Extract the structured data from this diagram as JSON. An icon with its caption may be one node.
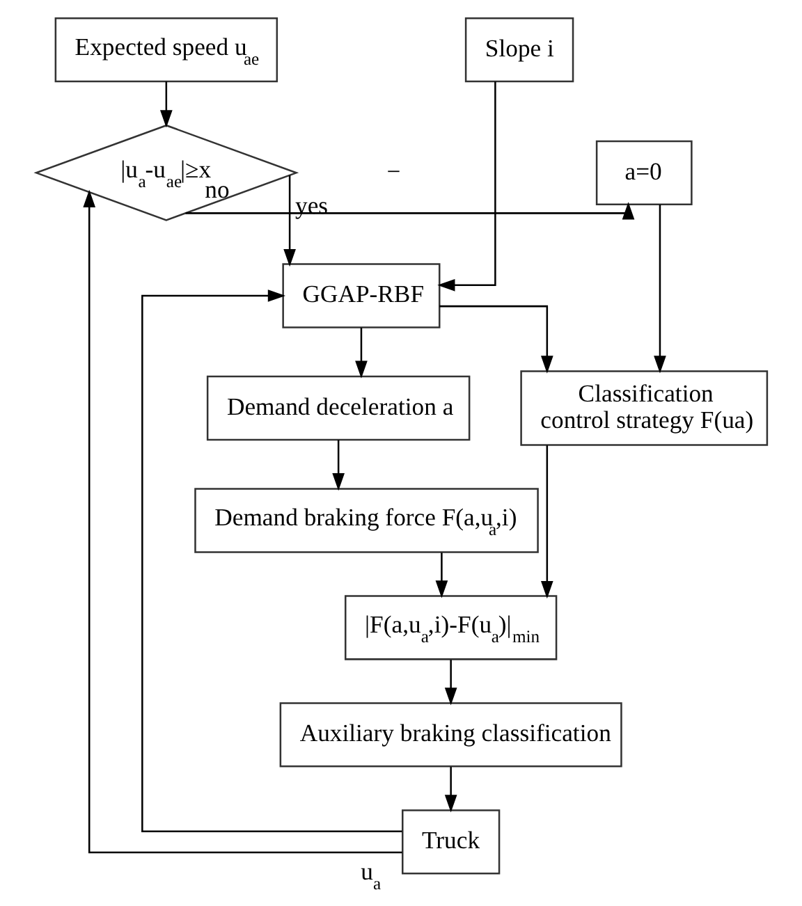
{
  "diagram": {
    "nodes": [
      {
        "text": [
          "Expected speed u$_{ae}$"
        ]
      },
      {
        "text": [
          "|u$_{a}$-u$_{ae}$|≥x"
        ]
      },
      {
        "text": [
          "Slope i"
        ]
      },
      {
        "text": [
          "a=0"
        ]
      },
      {
        "text": [
          "GGAP-RBF"
        ]
      },
      {
        "text": [
          "Demand deceleration a"
        ]
      },
      {
        "text": [
          "Demand braking force F(a,u$_{a}$,i)"
        ]
      },
      {
        "text": [
          "Classification control strategy F(ua)"
        ]
      },
      {
        "text": [
          "|F(a,u$_{a}$,i)-F(u$_{a}$)|$_{min}$"
        ]
      },
      {
        "text": [
          "Auxiliary braking classification"
        ]
      },
      {
        "text": [
          "Truck"
        ]
      }
    ],
    "edges": [
      {
        "from": 0,
        "to": 1,
        "arrow": "to"
      },
      {
        "from": 1,
        "to": 4,
        "arrow": "to",
        "label": "yes"
      },
      {
        "from": 1,
        "to": 3,
        "arrow": "to",
        "label": "no"
      },
      {
        "from": 2,
        "to": 4,
        "arrow": "to"
      },
      {
        "from": 4,
        "to": 7,
        "arrow": "to"
      },
      {
        "from": 3,
        "to": 7,
        "arrow": "to"
      },
      {
        "from": 4,
        "to": 5,
        "arrow": "to"
      },
      {
        "from": 5,
        "to": 6,
        "arrow": "to"
      },
      {
        "from": 6,
        "to": 8,
        "arrow": "to"
      },
      {
        "from": 7,
        "to": 8,
        "arrow": "to"
      },
      {
        "from": 8,
        "to": 9,
        "arrow": "to"
      },
      {
        "from": 9,
        "to": 10,
        "arrow": "to"
      },
      {
        "from": 10,
        "to": 1,
        "arrow": "to",
        "label": "u$_{a}$"
      },
      {
        "from": 10,
        "to": 4,
        "arrow": "to"
      }
    ],
    "labels": [
      "−"
    ]
  }
}
